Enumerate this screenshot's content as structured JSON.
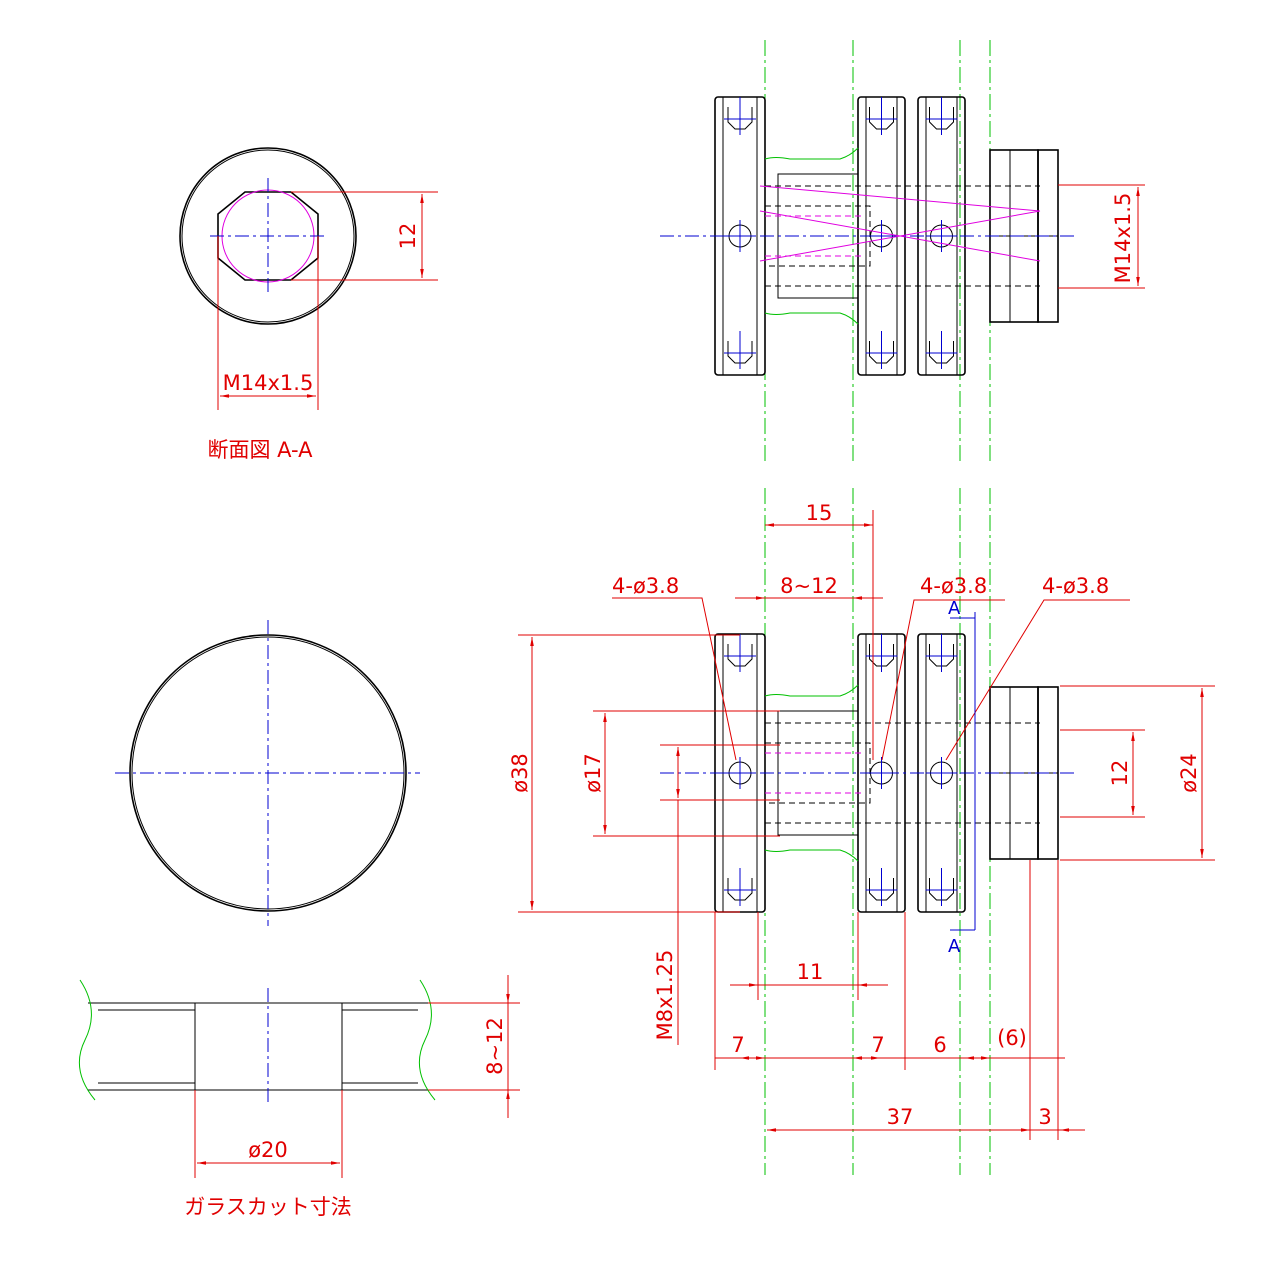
{
  "section_view": {
    "title": "断面図 A-A",
    "dim_flat": "12",
    "dim_thread": "M14x1.5"
  },
  "side_view_top": {
    "dim_thread": "M14x1.5"
  },
  "front_view": {
    "dim_15": "15",
    "dim_8_12": "8~12",
    "hole_label_left": "4-ø3.8",
    "hole_label_mid": "4-ø3.8",
    "hole_label_right": "4-ø3.8",
    "section_mark": "A",
    "dim_d38": "ø38",
    "dim_d17": "ø17",
    "dim_12": "12",
    "dim_d24": "ø24",
    "dim_m8": "M8x1.25",
    "dim_11": "11",
    "dim_7a": "7",
    "dim_7b": "7",
    "dim_6": "6",
    "dim_6p": "(6)",
    "dim_37": "37",
    "dim_3": "3"
  },
  "glass_cut": {
    "title": "ガラスカット寸法",
    "dim_thickness": "8~12",
    "dim_d20": "ø20"
  },
  "colors": {
    "outline": "#000000",
    "dimension": "#e00000",
    "center": "#0000d0",
    "glass": "#00c000",
    "thread": "#e000e0"
  }
}
